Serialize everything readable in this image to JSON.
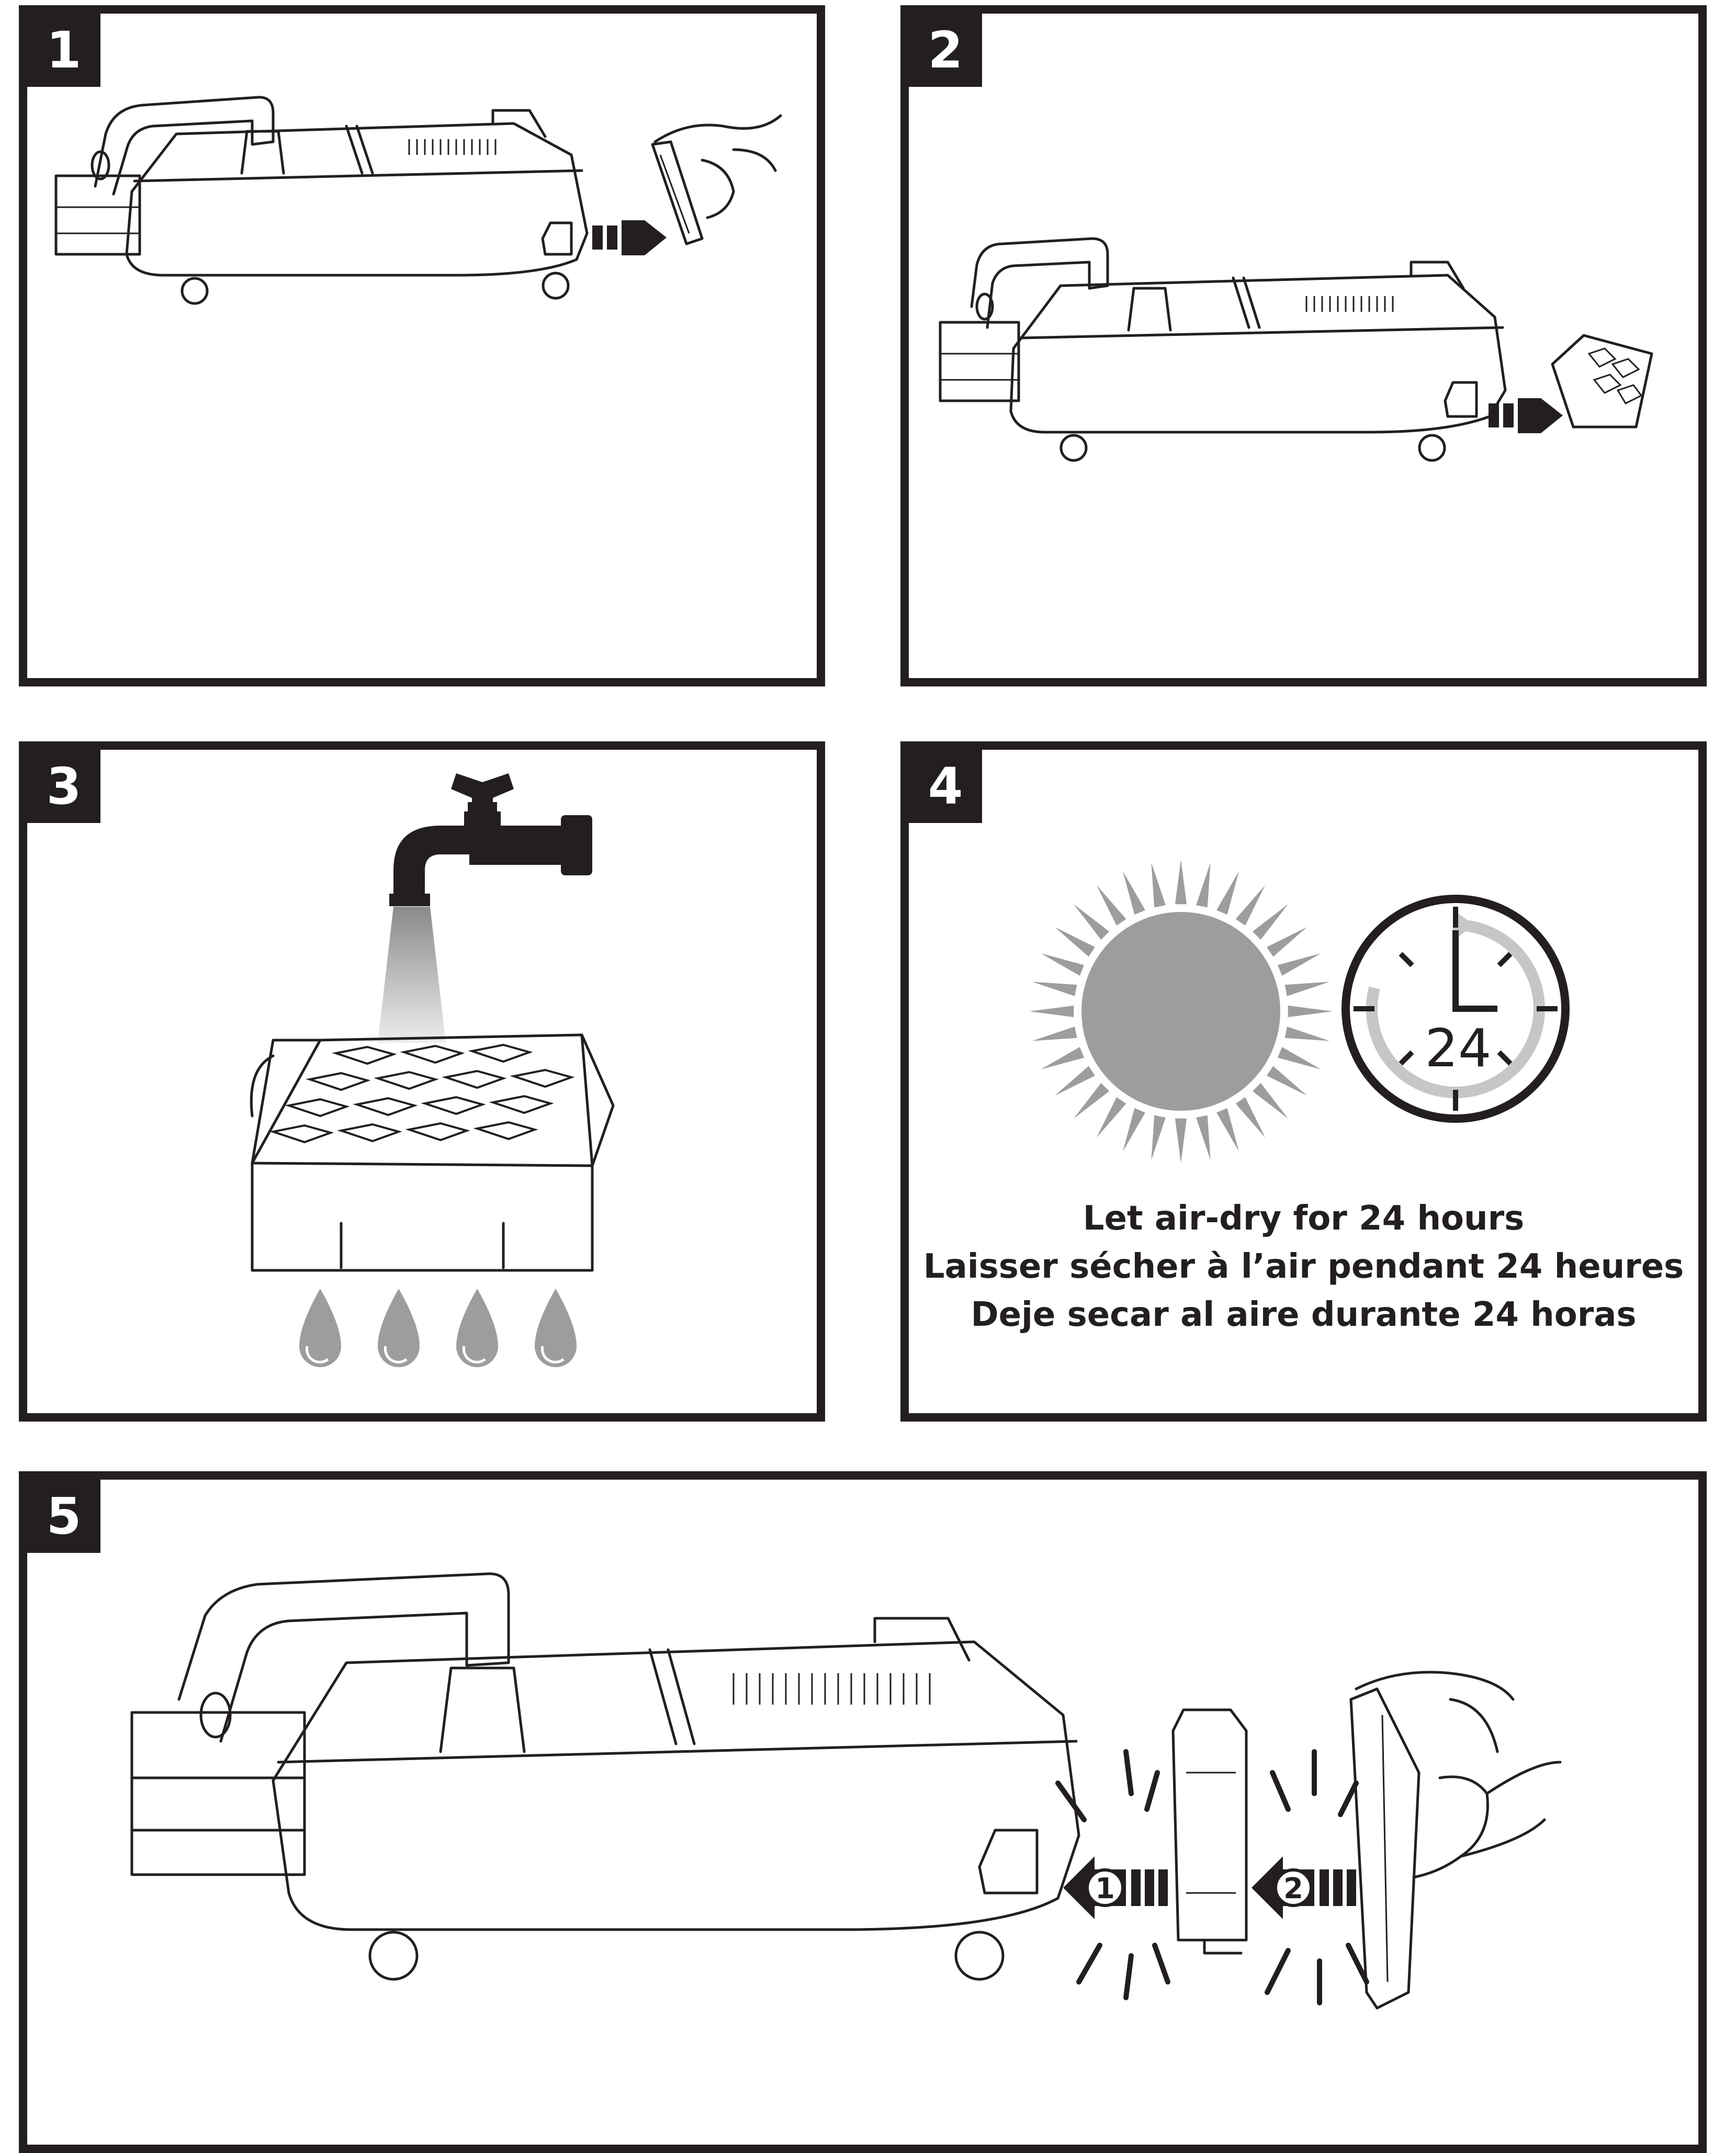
{
  "steps": [
    {
      "number": "1"
    },
    {
      "number": "2"
    },
    {
      "number": "3"
    },
    {
      "number": "4",
      "clock_label": "24",
      "caption_lines": [
        "Let air-dry for 24 hours",
        "Laisser sécher à l’air pendant 24 heures",
        "Deje secar al aire durante 24 horas"
      ]
    },
    {
      "number": "5",
      "sub_steps": [
        "1",
        "2"
      ]
    }
  ],
  "icons": {
    "sun": "sun-icon",
    "clock": "clock-icon",
    "faucet": "faucet-icon",
    "water_drop": "water-drop-icon",
    "arrow": "arrow-right-icon",
    "hand": "hand-icon"
  },
  "colors": {
    "ink": "#231f20",
    "grey": "#9d9d9d",
    "light_grey": "#c6c6c6"
  }
}
